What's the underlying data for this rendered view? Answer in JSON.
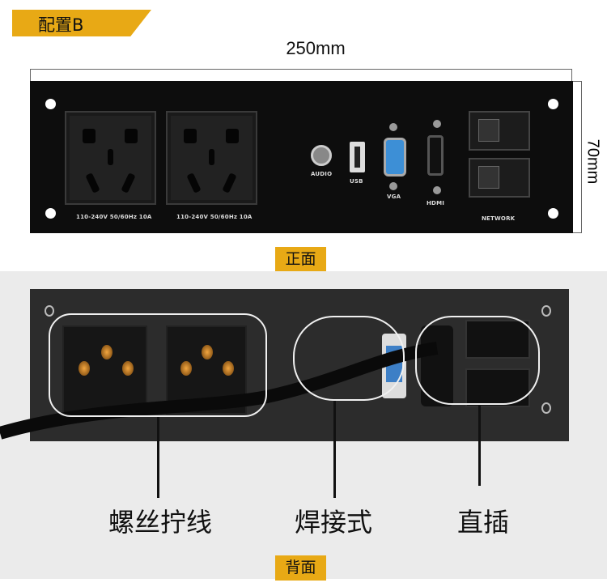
{
  "config_label": "配置B",
  "front": {
    "width_dim": "250mm",
    "height_dim": "70mm",
    "sockets": [
      {
        "rating": "110-240V 50/60Hz 10A"
      },
      {
        "rating": "110-240V 50/60Hz 10A"
      }
    ],
    "ports": {
      "audio": "AUDIO",
      "usb": "USB",
      "vga": "VGA",
      "hdmi": "HDMI",
      "network": "NETWORK"
    },
    "caption": "正面"
  },
  "back": {
    "callouts": [
      "螺丝拧线",
      "焊接式",
      "直插"
    ],
    "caption": "背面"
  },
  "colors": {
    "accent": "#e8a915",
    "panel": "#0d0d0d",
    "vga": "#3d8fd6"
  }
}
